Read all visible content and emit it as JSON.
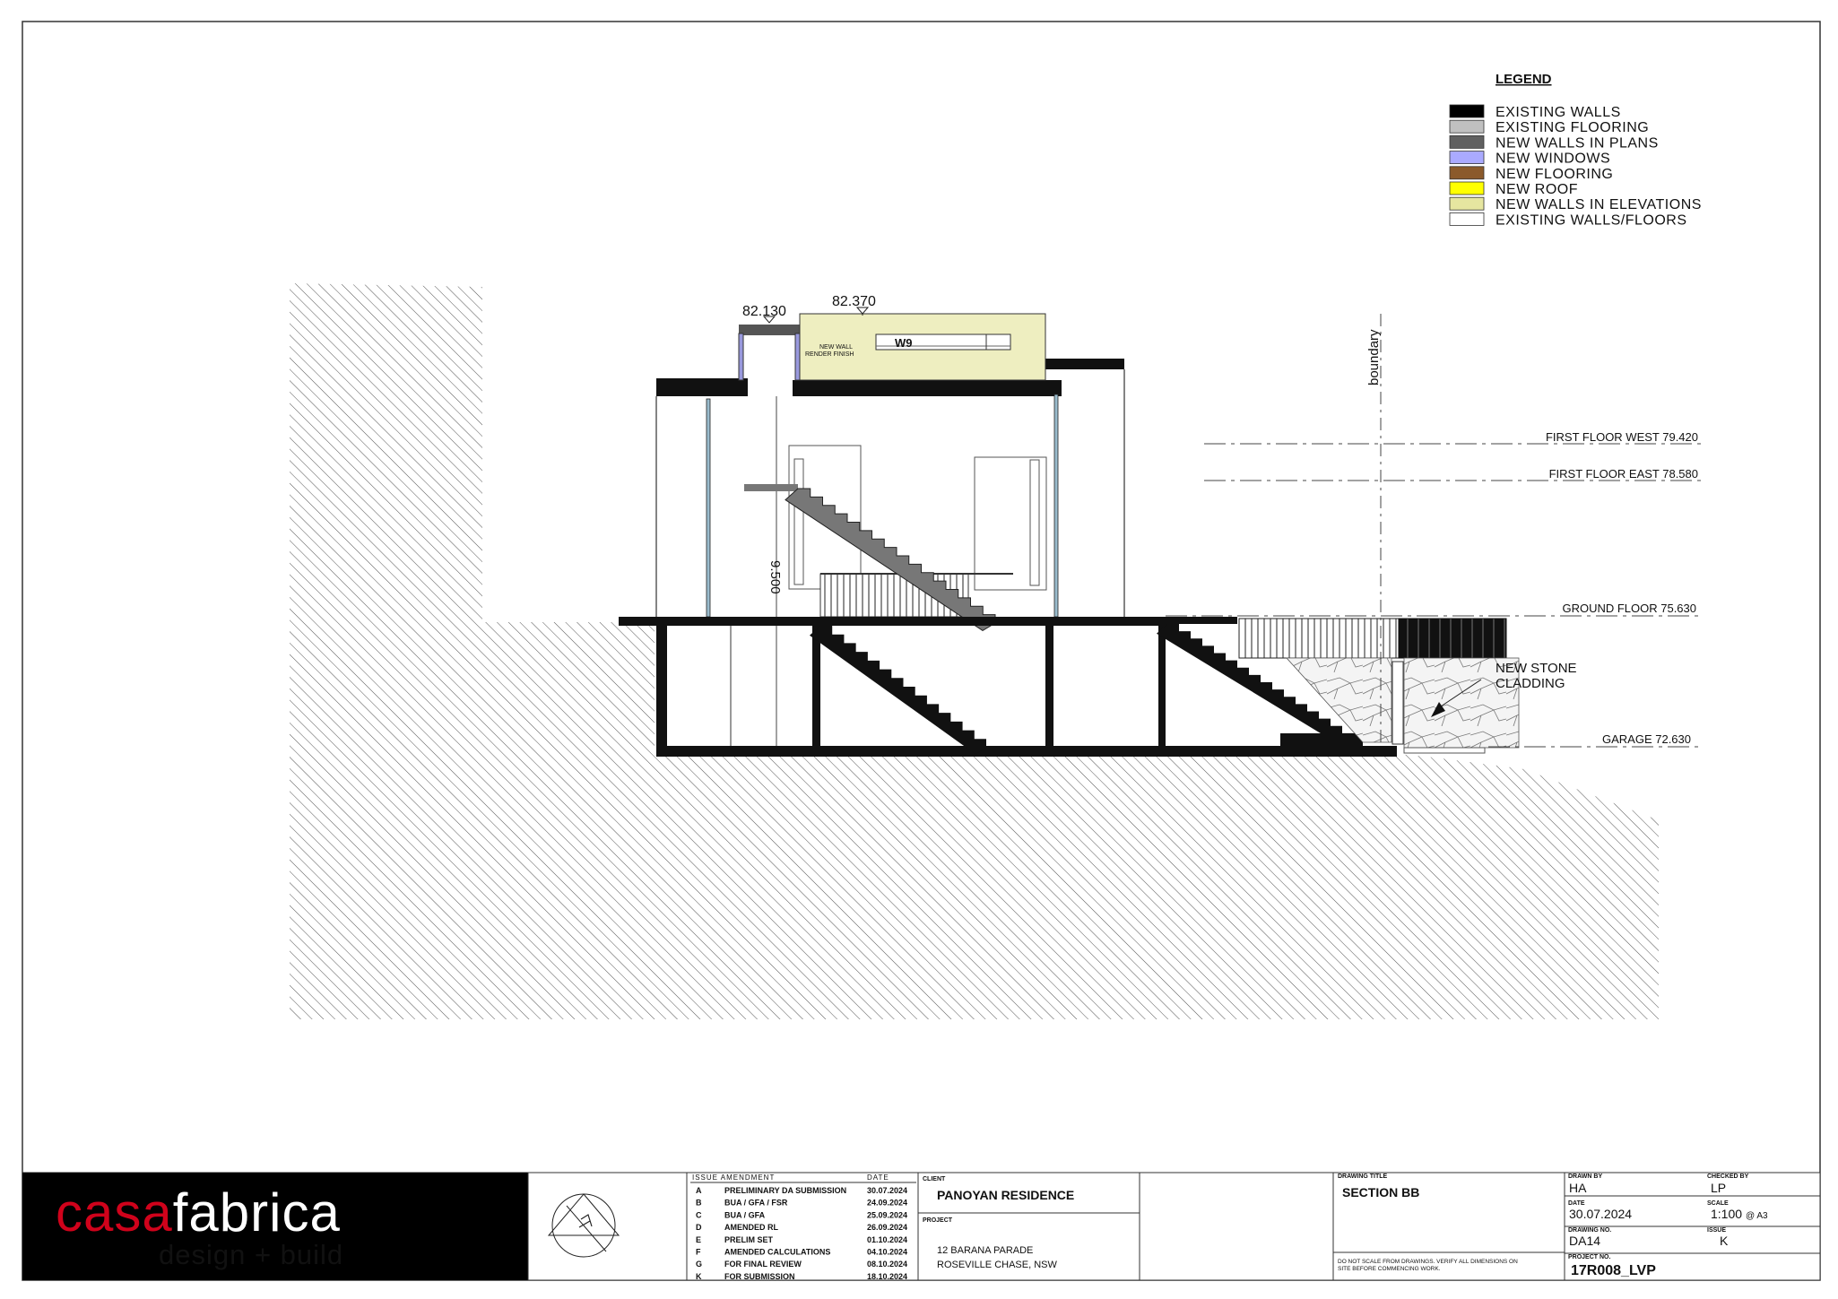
{
  "legend": {
    "title": "LEGEND",
    "items": [
      {
        "label": "EXISTING WALLS",
        "color": "#000000"
      },
      {
        "label": "EXISTING FLOORING",
        "color": "#c0c0c0"
      },
      {
        "label": "NEW WALLS IN PLANS",
        "color": "#606060"
      },
      {
        "label": "NEW WINDOWS",
        "color": "#aaaaff"
      },
      {
        "label": "NEW FLOORING",
        "color": "#8b5a2b"
      },
      {
        "label": "NEW ROOF",
        "color": "#ffff00"
      },
      {
        "label": "NEW WALLS IN ELEVATIONS",
        "color": "#e6e6a0"
      },
      {
        "label": "EXISTING WALLS/FLOORS",
        "color": "#ffffff"
      }
    ]
  },
  "drawing": {
    "rl_top": "82.370",
    "rl_parapet": "82.130",
    "window_tag": "W9",
    "wall_note_1": "NEW WALL",
    "wall_note_2": "RENDER FINISH",
    "height_dim": "9.500",
    "boundary_label": "boundary",
    "levels": {
      "first_west": "FIRST FLOOR WEST 79.420",
      "first_east": "FIRST FLOOR EAST 78.580",
      "ground": "GROUND FLOOR 75.630",
      "garage": "GARAGE 72.630"
    },
    "stone_note_1": "NEW STONE",
    "stone_note_2": "CLADDING"
  },
  "title_block": {
    "brand_part1": "casa",
    "brand_part2": "fabrica",
    "tagline": "design + build",
    "brand_red": "#d0021b",
    "issue_header": "ISSUE AMENDMENT",
    "date_header": "DATE",
    "issues": [
      {
        "code": "A",
        "text": "PRELIMINARY DA SUBMISSION",
        "date": "30.07.2024"
      },
      {
        "code": "B",
        "text": "BUA / GFA / FSR",
        "date": "24.09.2024"
      },
      {
        "code": "C",
        "text": "BUA / GFA",
        "date": "25.09.2024"
      },
      {
        "code": "D",
        "text": "AMENDED RL",
        "date": "26.09.2024"
      },
      {
        "code": "E",
        "text": "PRELIM SET",
        "date": "01.10.2024"
      },
      {
        "code": "F",
        "text": "AMENDED CALCULATIONS",
        "date": "04.10.2024"
      },
      {
        "code": "G",
        "text": "FOR FINAL REVIEW",
        "date": "08.10.2024"
      },
      {
        "code": "K",
        "text": "FOR SUBMISSION",
        "date": "18.10.2024"
      }
    ],
    "client_label": "CLIENT",
    "client": "PANOYAN RESIDENCE",
    "project_label": "PROJECT",
    "project_line1": "12 BARANA PARADE",
    "project_line2": "ROSEVILLE CHASE, NSW",
    "drawing_title_label": "DRAWING TITLE",
    "drawing_title": "SECTION BB",
    "disclaimer_1": "DO NOT SCALE FROM DRAWINGS.   VERIFY ALL DIMENSIONS ON",
    "disclaimer_2": "SITE BEFORE COMMENCING WORK.",
    "drawn_by_label": "DRAWN BY",
    "drawn_by": "HA",
    "checked_by_label": "CHECKED BY",
    "checked_by": "LP",
    "date_label": "DATE",
    "date": "30.07.2024",
    "scale_label": "SCALE",
    "scale": "1:100",
    "scale_sheet": "@ A3",
    "drawing_no_label": "DRAWING NO.",
    "drawing_no": "DA14",
    "issue_label": "ISSUE",
    "issue": "K",
    "project_no_label": "PROJECT NO.",
    "project_no": "17R008_LVP"
  }
}
